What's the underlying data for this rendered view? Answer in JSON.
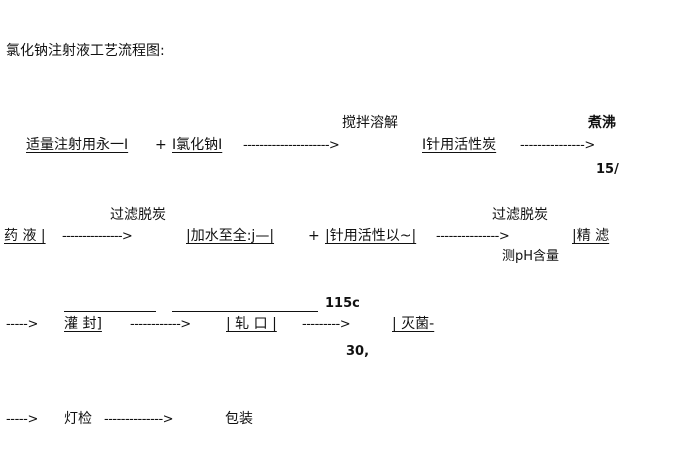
{
  "title": "氯化钠注射液工艺流程图:",
  "row1": {
    "op_stir": "搅拌溶解",
    "op_boil": "煮沸",
    "box_water": "适量注射用永一I",
    "plus1": "+",
    "box_nacl": "I氯化钠I",
    "arrow1": "--------------------->",
    "box_carbon": "I针用活性炭",
    "arrow2": "--------------->",
    "note_15": "15/"
  },
  "row2": {
    "op_filter1": "过滤脱炭",
    "op_filter2": "过滤脱炭",
    "box_liquid": "药 液 |",
    "arrow1": "--------------->",
    "box_water_full": "|加水至全:j—|",
    "plus1": "+",
    "box_carbon2": "|针用活性以~|",
    "arrow2": "--------------->",
    "box_fine": "|精 滤",
    "note_ph": "测pH含量"
  },
  "row3": {
    "note_115": "115c",
    "arrow0": "----->",
    "box_fill": "灌 封]",
    "arrow1": "------------>",
    "box_roll": "| 轧 口 |",
    "arrow2": "--------->",
    "box_steril": "| 灭菌-",
    "note_30": "30,"
  },
  "row4": {
    "arrow0": "----->",
    "step_inspect": "灯检",
    "arrow1": "-------------->",
    "step_pack": "包装"
  }
}
